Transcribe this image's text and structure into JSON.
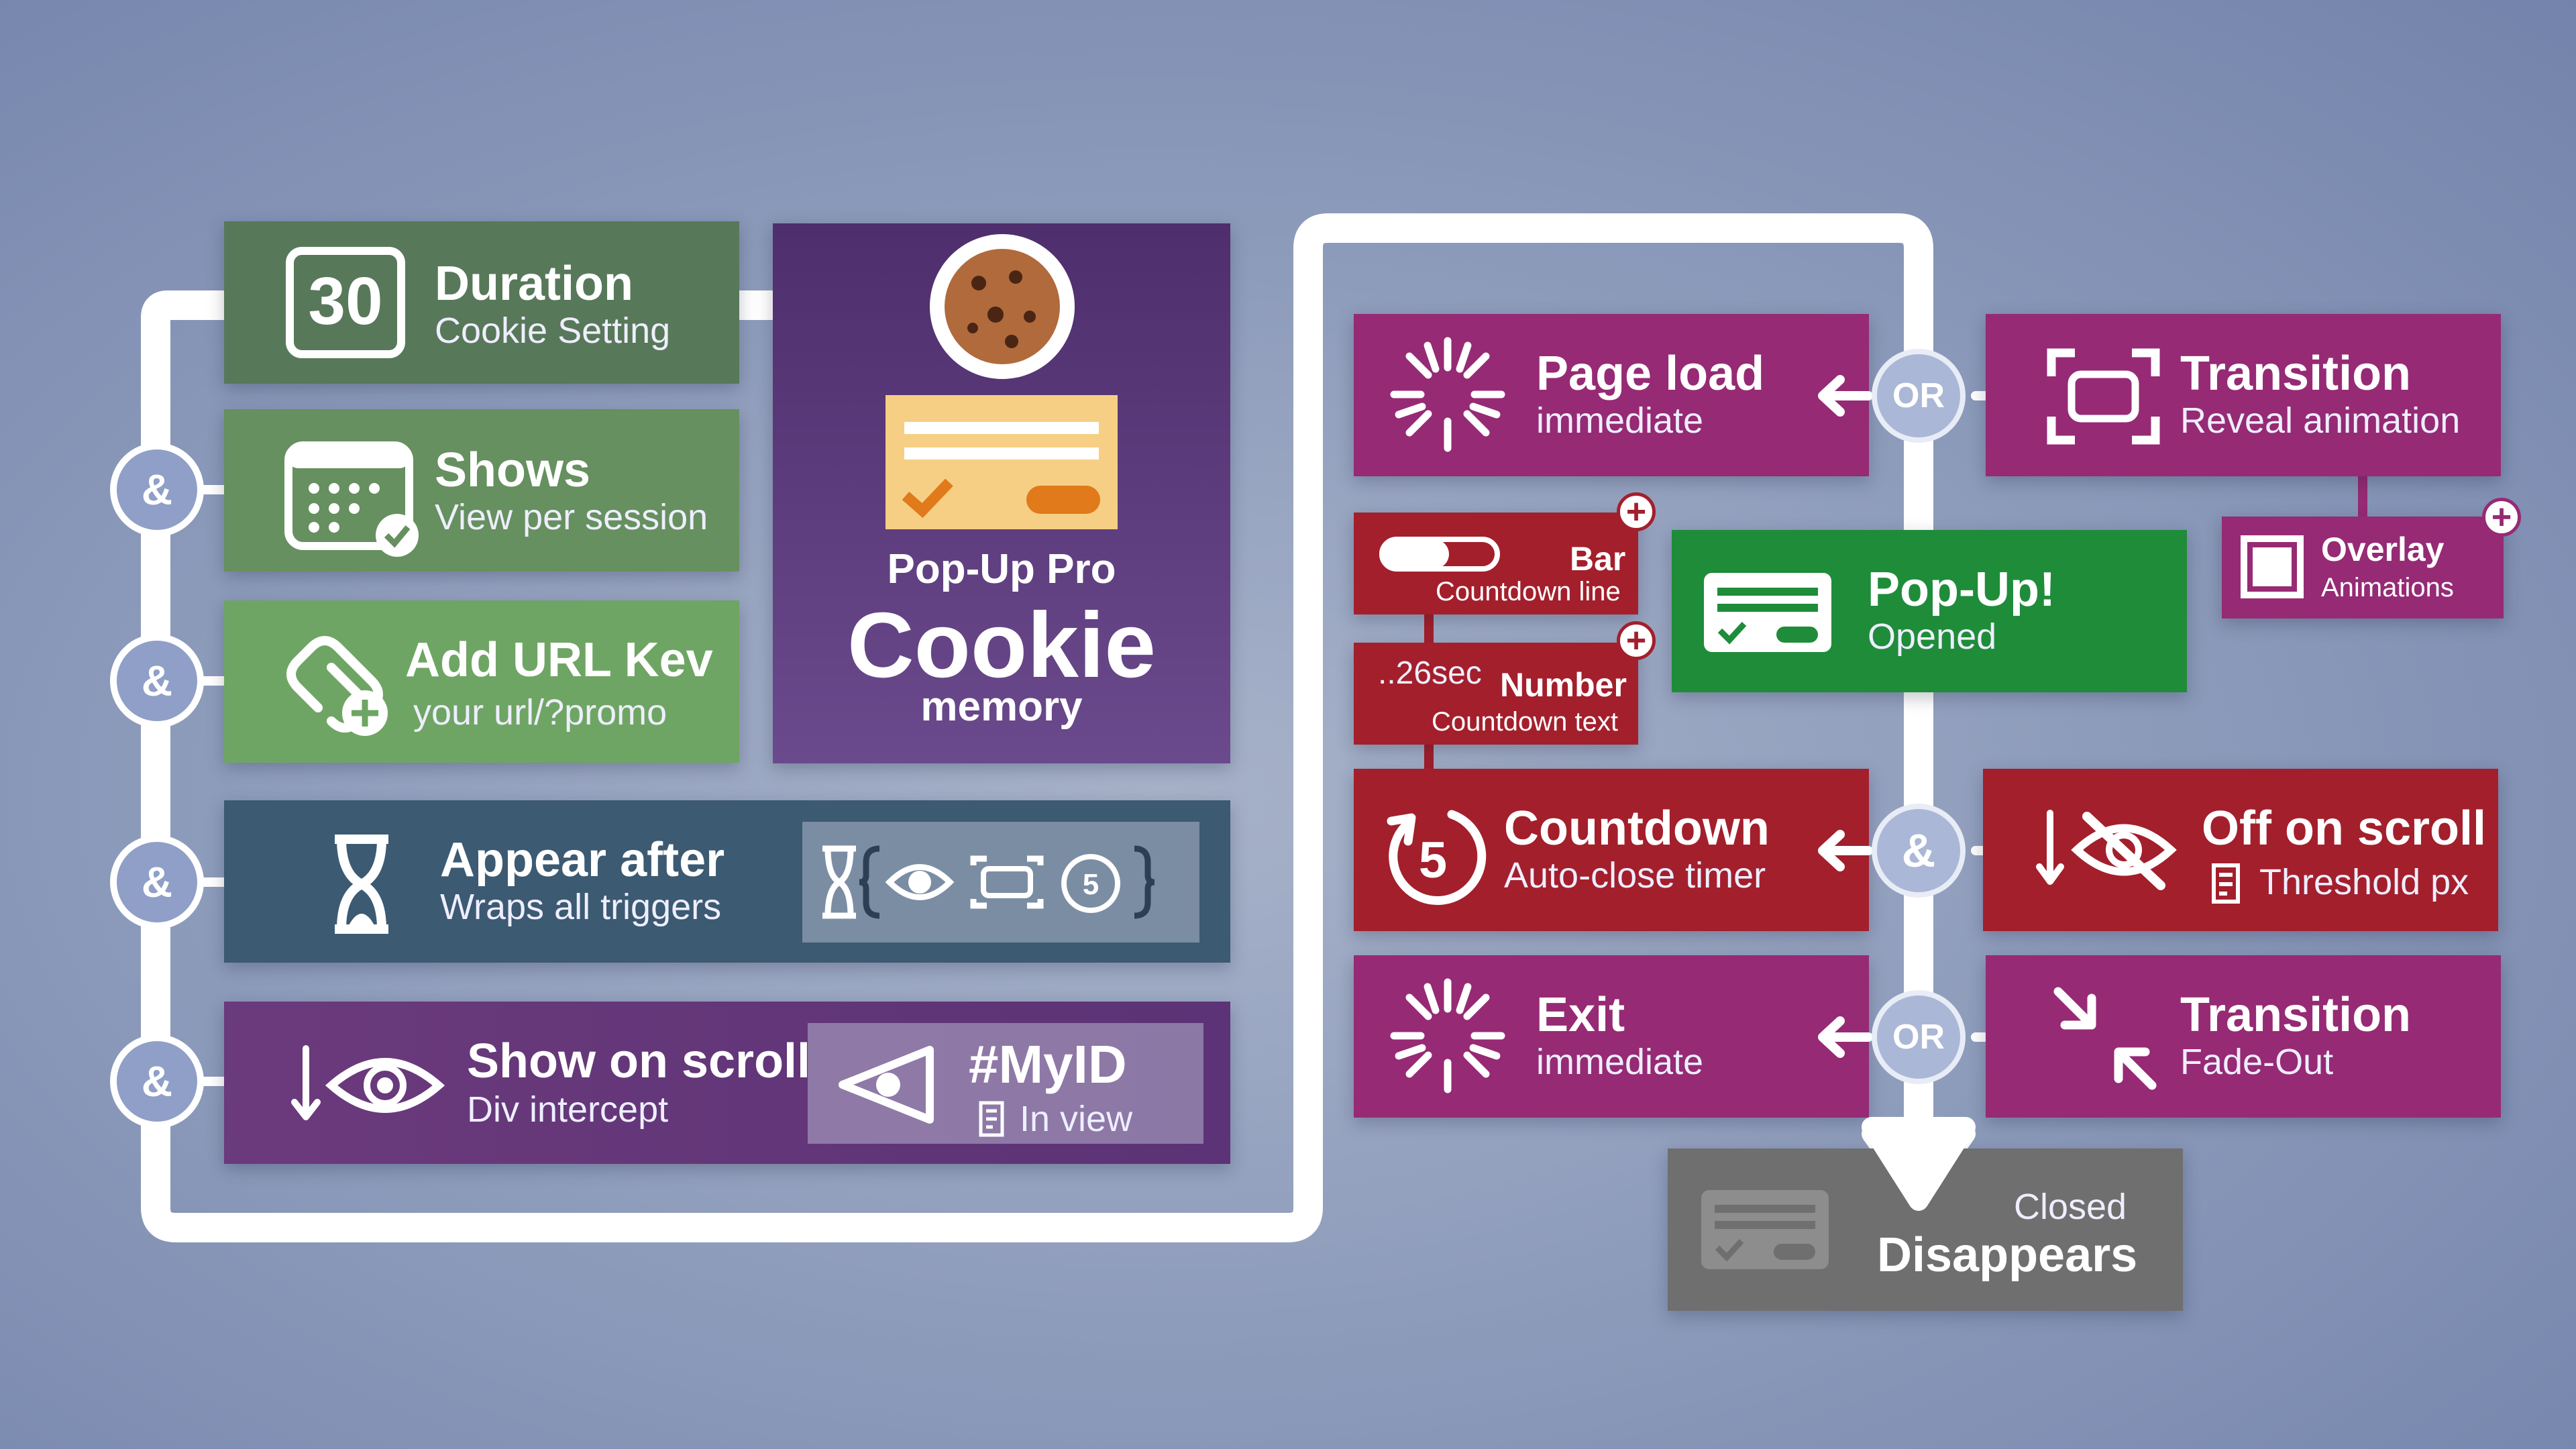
{
  "left": {
    "duration": {
      "title": "Duration",
      "subtitle": "Cookie Setting",
      "days": "30"
    },
    "shows": {
      "title": "Shows",
      "subtitle": "View per session"
    },
    "url": {
      "title": "Add URL Kev",
      "subtitle": "your url/?promo"
    },
    "appear": {
      "title": "Appear after",
      "subtitle": "Wraps all triggers",
      "icons": [
        "hourglass-icon",
        "eye-icon",
        "frame-icon",
        "countdown-5-icon"
      ],
      "countdown_digit": "5"
    },
    "scroll": {
      "title": "Show on scroll",
      "subtitle": "Div intercept",
      "target_id": "#MyID",
      "target_note": "In view"
    },
    "connector": "&"
  },
  "cookie": {
    "line1": "Pop-Up Pro",
    "line2": "Cookie",
    "line3": "memory"
  },
  "right": {
    "pageload": {
      "title": "Page load",
      "subtitle": "immediate"
    },
    "transition_in": {
      "title": "Transition",
      "subtitle": "Reveal animation"
    },
    "overlay": {
      "title": "Overlay",
      "subtitle": "Animations"
    },
    "bar": {
      "title": "Bar",
      "subtitle": "Countdown line"
    },
    "number": {
      "title": "Number",
      "subtitle": "Countdown text",
      "value": "..26sec"
    },
    "popup": {
      "title": "Pop-Up!",
      "subtitle": "Opened"
    },
    "countdown": {
      "title": "Countdown",
      "subtitle": "Auto-close timer",
      "digit": "5"
    },
    "offscroll": {
      "title": "Off on scroll",
      "subtitle": "Threshold px"
    },
    "exit": {
      "title": "Exit",
      "subtitle": "immediate"
    },
    "transition_out": {
      "title": "Transition",
      "subtitle": "Fade-Out"
    },
    "closed": {
      "title": "Disappears",
      "subtitle": "Closed"
    },
    "or_label": "OR",
    "and_label": "&",
    "plus": "+"
  },
  "colors": {
    "green_dark": "#58785a",
    "green_light": "#6fa564",
    "purple": "#5b3376",
    "magenta": "#962a74",
    "red": "#a31f2c",
    "popup_green": "#1f8c3a",
    "grey": "#6f6f6f"
  }
}
